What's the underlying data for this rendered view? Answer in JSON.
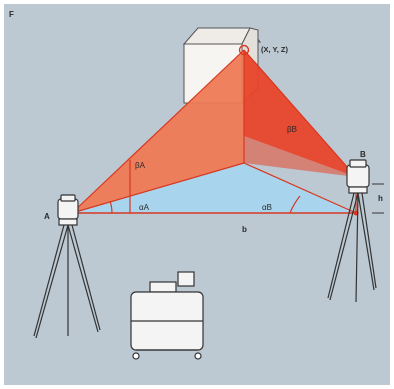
{
  "figure": {
    "panel_label": "F",
    "target_point": "(X, Y, Z)",
    "station_a": "A",
    "station_b": "B",
    "angle_beta_a": "βA",
    "angle_alpha_a": "αA",
    "angle_alpha_b": "αB",
    "angle_beta_b": "βB",
    "baseline": "b",
    "height": "h"
  },
  "colors": {
    "background": "#bcc9d3",
    "frame": "#ffffff",
    "plane_a": "#ee7a55",
    "plane_b": "#e8452a",
    "plane_edge": "#d9371e",
    "horizontal_plane": "#a7d6ee",
    "cube_front": "#f7f5f1",
    "cube_side": "#e3e0dc",
    "cube_top": "#efece8",
    "instrument": "#f4f4f4",
    "outline": "#333333"
  }
}
